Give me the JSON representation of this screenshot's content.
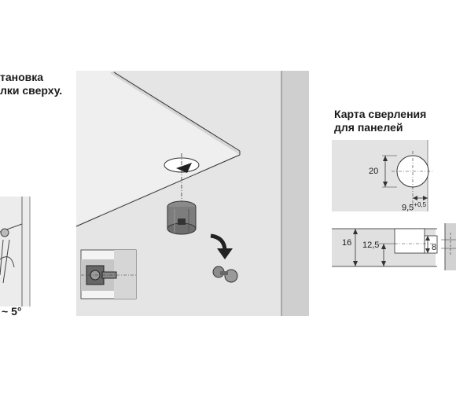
{
  "left_heading": {
    "line1": "тановка",
    "line2": "лки сверху."
  },
  "angle_label": "~ 5°",
  "drill_map": {
    "title_line1": "Карта сверления",
    "title_line2": "для панелей",
    "hole_diameter": "20",
    "edge_offset": "9,5",
    "edge_offset_tolerance": "+0,5",
    "panel_thickness": "16",
    "center_height": "12,5",
    "pin_hole": "8"
  }
}
